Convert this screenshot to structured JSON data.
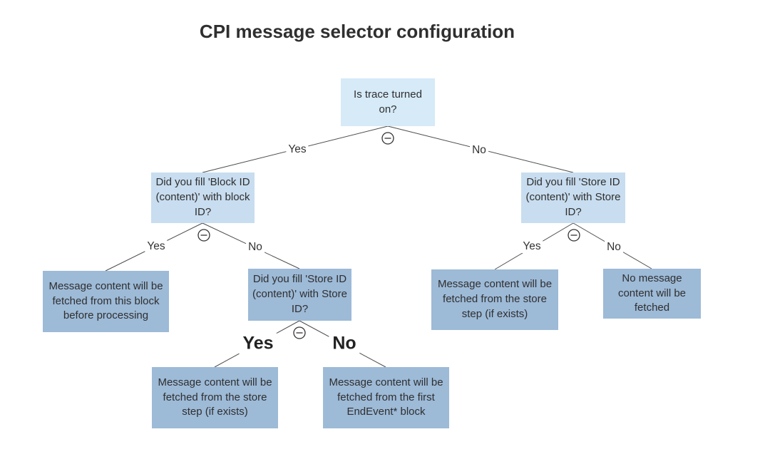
{
  "title": "CPI message selector configuration",
  "diagram": {
    "type": "decision-tree",
    "colors": {
      "node_level0": "#d6eaf8",
      "node_level1": "#c8ddef",
      "node_level2": "#9dbad7",
      "edge_line": "#4d4d4d",
      "text": "#2f2f2f",
      "title_text": "#2f2f2f"
    },
    "nodes": {
      "root": {
        "text": "Is trace turned on?",
        "color": "#d6eaf8"
      },
      "q_block_id": {
        "text": "Did you fill 'Block ID (content)' with block ID?",
        "color": "#c8ddef"
      },
      "q_store_id_right": {
        "text": "Did you fill 'Store ID (content)' with Store ID?",
        "color": "#c8ddef"
      },
      "q_store_id_left": {
        "text": "Did you fill 'Store ID (content)' with Store ID?",
        "color": "#9dbad7"
      },
      "leaf_block_fetch": {
        "text": "Message content will be fetched from this block before processing",
        "color": "#9dbad7"
      },
      "leaf_store_step_left": {
        "text": "Message content will be fetched from the store step (if exists)",
        "color": "#9dbad7"
      },
      "leaf_endevent": {
        "text": "Message content will be fetched from the first EndEvent* block",
        "color": "#9dbad7"
      },
      "leaf_store_step_right": {
        "text": "Message content will be fetched from the store step (if exists)",
        "color": "#9dbad7"
      },
      "leaf_no_content": {
        "text": "No message content will be fetched",
        "color": "#9dbad7"
      }
    },
    "edge_labels": {
      "root_yes": "Yes",
      "root_no": "No",
      "block_yes": "Yes",
      "block_no": "No",
      "store_left_yes": "Yes",
      "store_left_no": "No",
      "right_yes": "Yes",
      "right_no": "No"
    },
    "collapse_icon": "minus-circle-icon"
  }
}
